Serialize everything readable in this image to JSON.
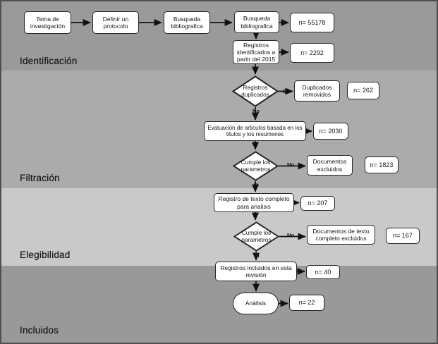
{
  "diagram": {
    "type": "flowchart",
    "title_semantic": "PRISMA-style systematic review flow diagram (Spanish)",
    "bands": [
      {
        "label": "Identificación"
      },
      {
        "label": "Filtración"
      },
      {
        "label": "Elegibilidad"
      },
      {
        "label": "Incluidos"
      }
    ],
    "nodes": {
      "tema": "Tema de investigación",
      "protocolo": "Definir un protocolo",
      "busqueda1": "Busqueda bibliografica",
      "busqueda2": "Busqueda bibliografica",
      "n_busqueda": "n= 55178",
      "registros2015": "Registros identificados a partir del 2015",
      "n_registros2015": "n= 2292",
      "d_duplicados": "Registros duplicados",
      "duplicados_removidos": "Duplicados removidos",
      "n_duplicados_removidos": "n= 262",
      "evaluacion": "Evaluación de articulos basada en los titulos y los resumenes",
      "n_evaluacion": "n= 2030",
      "d_cumple1": "Cumple los parametros",
      "documentos_excluidos": "Documentos excluidos",
      "n_documentos_excluidos": "n= 1823",
      "texto_completo": "Registro de texto completo para analisis",
      "n_texto_completo": "n= 207",
      "d_cumple2": "Cumple los parametros",
      "texto_excluidos": "Documentos de texto completo excluidos",
      "n_texto_excluidos": "n= 167",
      "incluidos_revision": "Registros incluidos en esta revisión",
      "n_incluidos_revision": "n= 40",
      "analisis": "Análisis",
      "n_analisis": "n= 22"
    },
    "edge_labels": {
      "d1_right": "Sí",
      "d1_down": "No",
      "d2_right": "No",
      "d2_down": "Sí",
      "d3_right": "No",
      "d3_down": "Sí"
    },
    "colors": {
      "band_dark": "#9a9a9a",
      "band_medium": "#ababab",
      "band_light": "#c9c9c9",
      "node_fill": "#ffffff",
      "node_border": "#262626",
      "arrow": "#111111",
      "frame": "#4f4f4f"
    }
  }
}
